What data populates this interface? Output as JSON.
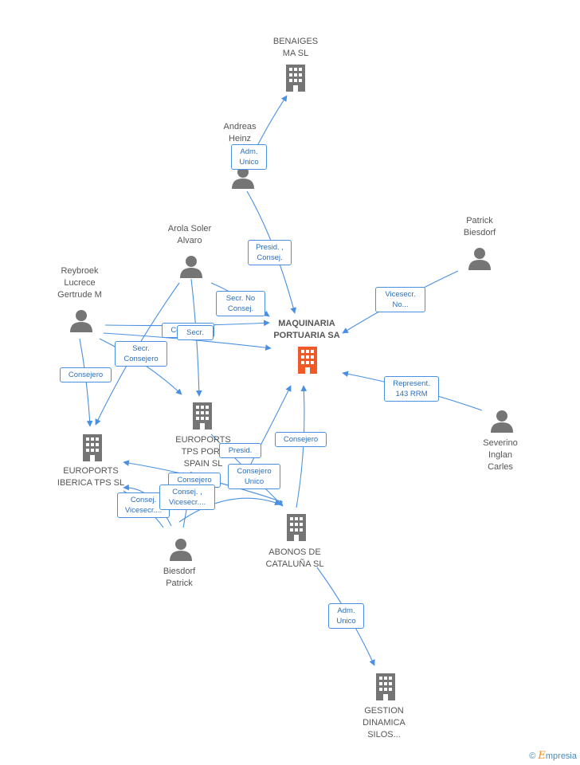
{
  "colors": {
    "edge": "#4a90e2",
    "node": "#757575",
    "main_node": "#f05a28"
  },
  "nodes": {
    "benaiges": "BENAIGES\nMA SL",
    "andreas": "Andreas\nHeinz\nJa...",
    "arola": "Arola Soler\nAlvaro",
    "patrick_b": "Patrick\nBiesdorf",
    "reybroek": "Reybroek\nLucrece\nGertrude M",
    "maquinaria": "MAQUINARIA\nPORTUARIA SA",
    "euroports_tps": "EUROPORTS\nTPS PORT\nSPAIN SL",
    "euroports_iberica": "EUROPORTS\nIBERICA TPS SL",
    "severino": "Severino\nInglan\nCarles",
    "biesdorf_p": "Biesdorf\nPatrick",
    "abonos": "ABONOS DE\nCATALUÑA SL",
    "gestion": "GESTION\nDINAMICA\nSILOS..."
  },
  "edges": {
    "adm_unico_1": "Adm.\nUnico",
    "presid_consej": "Presid. ,\nConsej.",
    "secr_no_consej": "Secr. No\nConsej.",
    "vicesecr_no": "Vicesecr.\nNo...",
    "consejero_1": "Consejero",
    "secr_1": "Secr.",
    "secr_consejero": "Secr.\nConsejero",
    "consejero_2": "Consejero",
    "represent": "Represent.\n143 RRM",
    "consejero_3": "Consejero",
    "presid": "Presid.",
    "consejero_unico": "Consejero\nUnico",
    "consejero_4": "Consejero",
    "consej_vicesecr_1": "Consej.\nVicesecr....",
    "consej_vicesecr_2": "Consej. ,\nVicesecr....",
    "adm_unico_2": "Adm.\nUnico"
  },
  "footer": {
    "copyright": "©",
    "brand_first": "E",
    "brand_rest": "mpresia"
  }
}
